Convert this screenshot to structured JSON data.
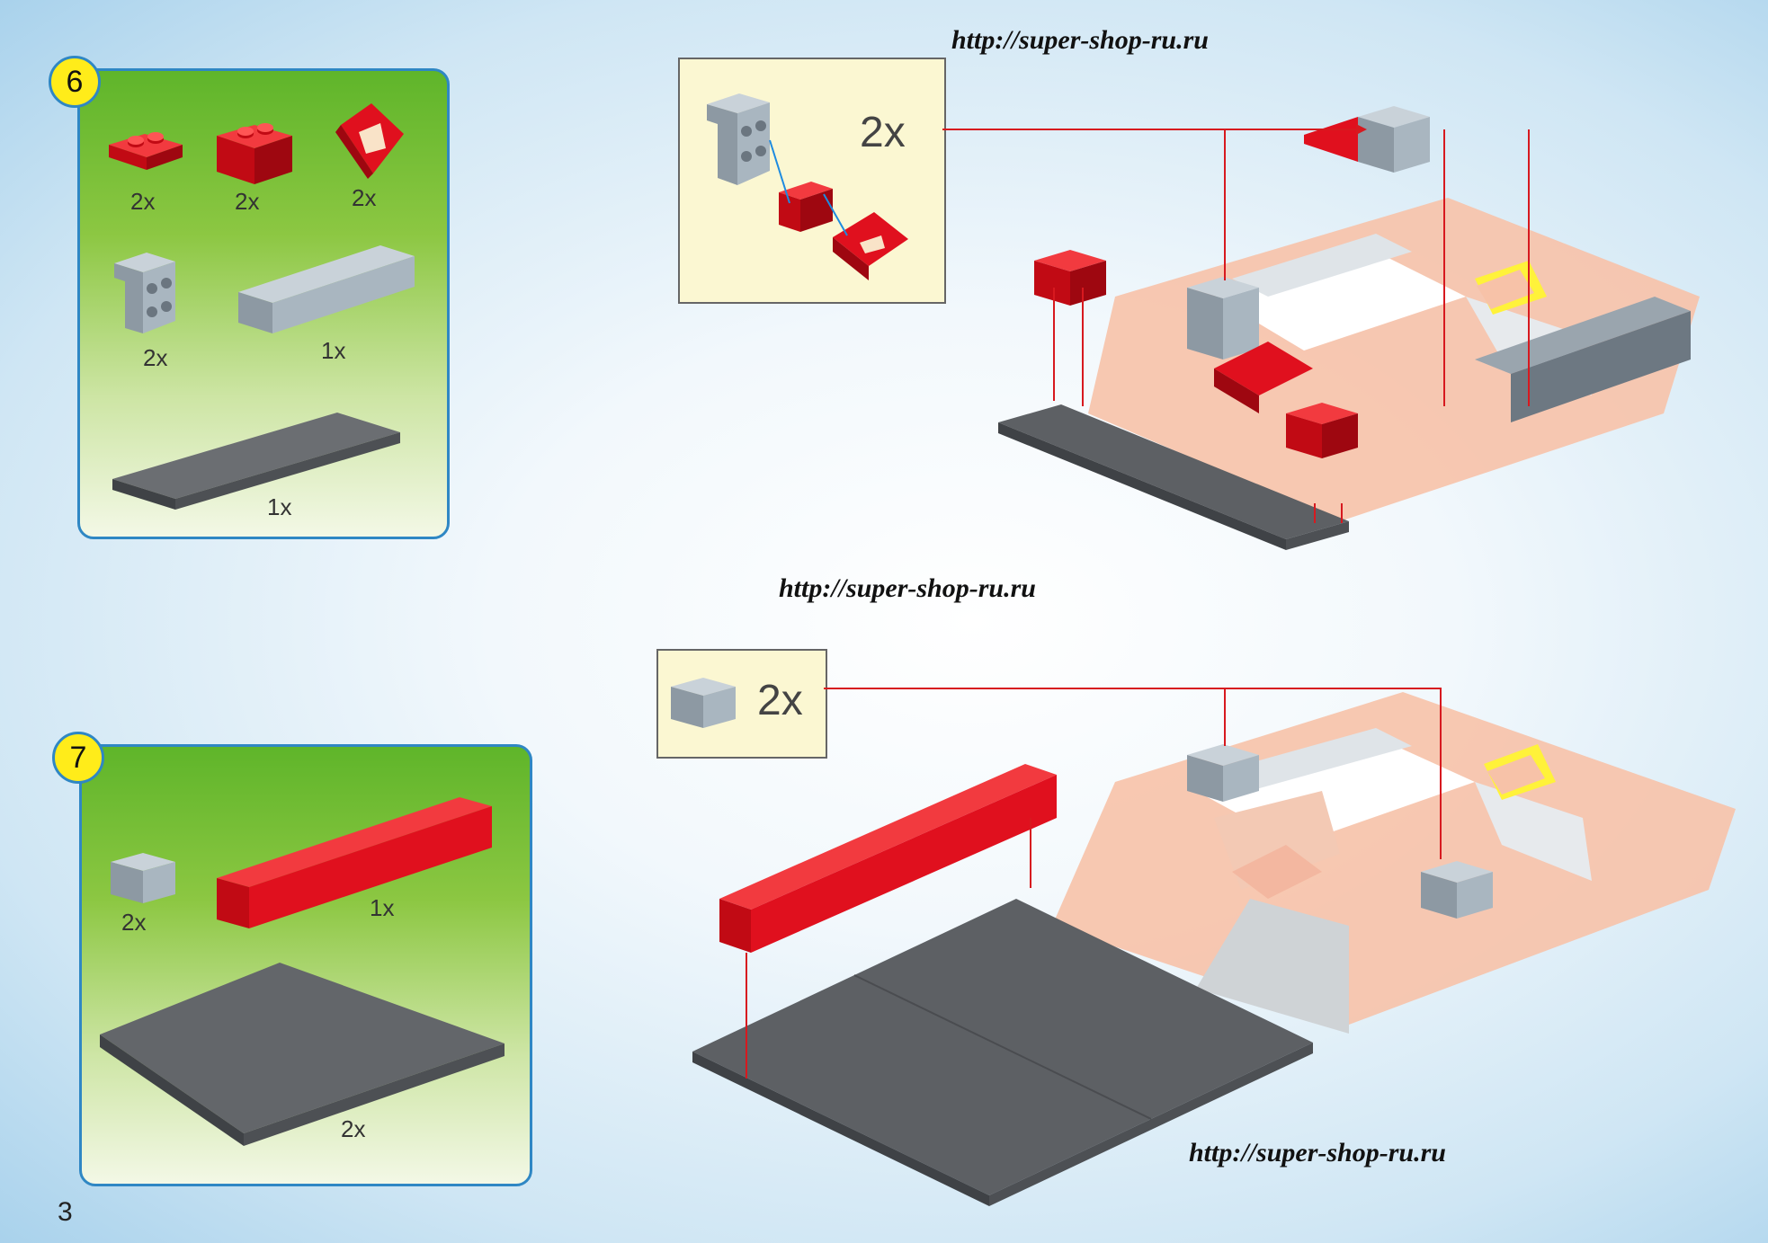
{
  "watermarks": [
    "http://super-shop-ru.ru",
    "http://super-shop-ru.ru",
    "http://super-shop-ru.ru"
  ],
  "colors": {
    "red_brick": "#e0101e",
    "light_gray_brick": "#a9b6c0",
    "dark_gray_plate": "#5d6064",
    "ghost_model": "#f7c2a8",
    "panel_border": "#2f87c4",
    "badge_yellow": "#ffec1a",
    "arrow": "#d7191f"
  },
  "step6": {
    "number": "6",
    "parts": [
      {
        "name": "red-plate-1x2",
        "qty": "2x"
      },
      {
        "name": "red-brick-1x2",
        "qty": "2x"
      },
      {
        "name": "red-slope-window",
        "qty": "2x"
      },
      {
        "name": "gray-bracket",
        "qty": "2x"
      },
      {
        "name": "gray-brick-1x6",
        "qty": "1x"
      },
      {
        "name": "dark-gray-plate-2x10",
        "qty": "1x"
      }
    ],
    "callout_qty": "2x"
  },
  "step7": {
    "number": "7",
    "parts": [
      {
        "name": "gray-brick-1x2",
        "qty": "2x"
      },
      {
        "name": "red-brick-1x12",
        "qty": "1x"
      },
      {
        "name": "dark-gray-plate-8x12",
        "qty": "2x"
      }
    ],
    "callout_qty": "2x"
  },
  "page_number": "3"
}
